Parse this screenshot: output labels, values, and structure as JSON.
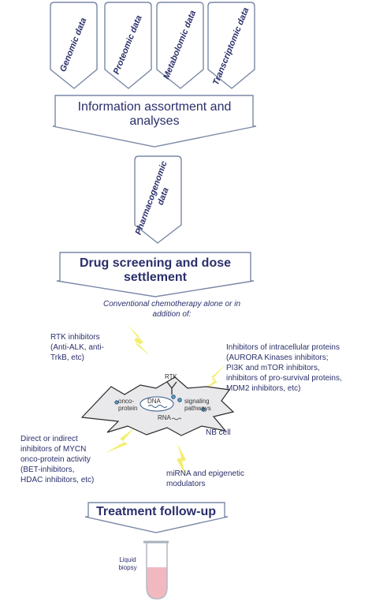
{
  "data_sources": [
    "Genomic data",
    "Proteomic data",
    "Metabolomic data",
    "Transcriptomic data"
  ],
  "box1": [
    "Information assortment and",
    "analyses"
  ],
  "pharma_tab": "Pharmacogenomic data",
  "box2": [
    "Drug screening and dose",
    "settlement"
  ],
  "conventional": [
    "Conventional chemotherapy alone or in",
    "addition of:"
  ],
  "rtk_inhibitors": [
    "RTK inhibitors",
    "(Anti-ALK, anti-",
    "TrkB, etc)"
  ],
  "intracellular": [
    "Inhibitors of intracellular proteins",
    "(AURORA Kinases inhibitors;",
    "PI3K and mTOR inhibitors,",
    "inhibitors of pro-survival  proteins,",
    "MDM2 inhibitors, etc)"
  ],
  "mycn": [
    "Direct or indirect",
    "inhibitors of MYCN",
    "onco-protein activity",
    "(BET-inhibitors,",
    "HDAC inhibitors, etc)"
  ],
  "mirna": [
    "miRNA and epigenetic",
    "modulators"
  ],
  "cell": {
    "rtk": "RTK",
    "onco": [
      "onco-",
      "protein"
    ],
    "dna": "DNA",
    "signaling": [
      "signaling",
      "pathways"
    ],
    "rna": "RNA",
    "nb_cell": "NB cell"
  },
  "box3": "Treatment follow-up",
  "liquid_biopsy": [
    "Liquid",
    "biopsy"
  ],
  "colors": {
    "text": "#2a2f6b",
    "stroke": "#7a88a6",
    "lightning": "#f3ee73",
    "blood": "#f2b8c0"
  }
}
